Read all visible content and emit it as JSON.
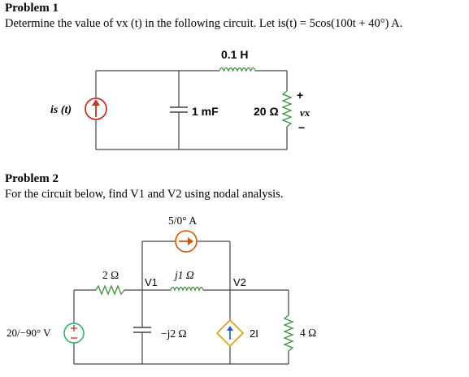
{
  "problem1": {
    "heading": "Problem 1",
    "statement": "Determine the value of vx (t) in the following circuit. Let is(t) = 5cos(100t + 40°) A.",
    "circuit": {
      "source_label": "is (t)",
      "capacitor_label": "1 mF",
      "inductor_label": "0.1 H",
      "resistor_label": "20 Ω",
      "voltage_label": "vx",
      "plus_sign": "+",
      "minus_sign": "−"
    }
  },
  "problem2": {
    "heading": "Problem 2",
    "statement": "For the circuit below, find V1 and V2 using nodal analysis.",
    "circuit": {
      "current_source_label": "5/0° A",
      "resistor_2_label": "2 Ω",
      "node1_label": "V1",
      "inductor_label": "j1 Ω",
      "node2_label": "V2",
      "voltage_source_label": "20/−90° V",
      "capacitor_label": "−j2 Ω",
      "dependent_source_label": "2I",
      "resistor_4_label": "4 Ω",
      "plus_sign": "+"
    }
  }
}
